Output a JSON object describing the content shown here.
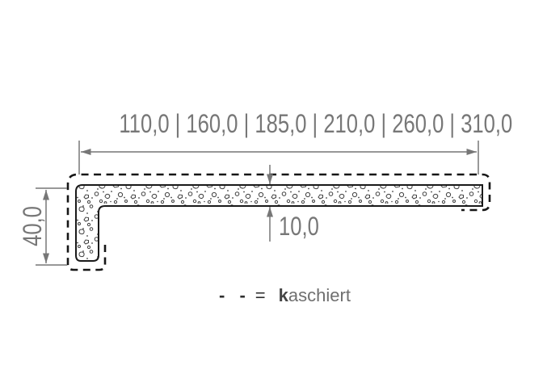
{
  "dimensions": {
    "width_options_label": "110,0 | 160,0 | 185,0 | 210,0 | 260,0 | 310,0",
    "width_options": [
      "110,0",
      "160,0",
      "185,0",
      "210,0",
      "260,0",
      "310,0"
    ],
    "height_label": "40,0",
    "thickness_label": "10,0"
  },
  "legend": {
    "dash_symbol": "- -",
    "equals_sign": "=",
    "term_initial": "k",
    "term_rest": "aschiert",
    "term_full": "kaschiert"
  },
  "colors": {
    "background": "#ffffff",
    "dimension_gray": "#777777",
    "profile_outline": "#1a1a1a",
    "lamination_dash": "#161616",
    "texture_gray": "#404040",
    "legend_text_gray": "#6f6f6f"
  }
}
